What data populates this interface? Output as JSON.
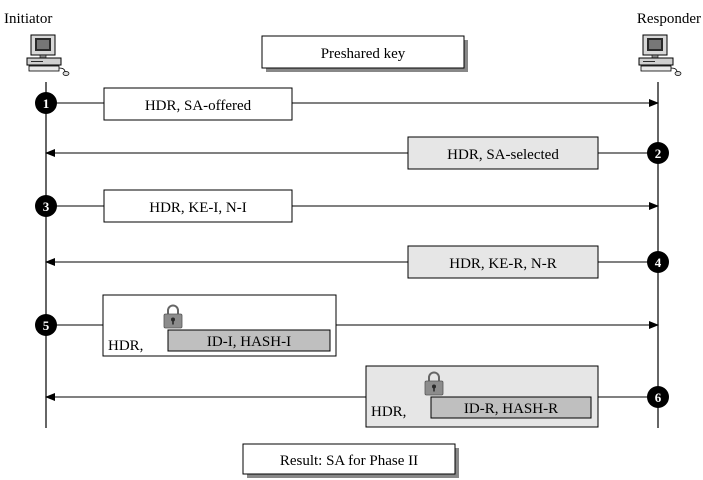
{
  "title_box": "Preshared key",
  "initiator": {
    "label": "Initiator",
    "icon": "computer-icon"
  },
  "responder": {
    "label": "Responder",
    "icon": "computer-icon"
  },
  "messages": [
    {
      "step": "1",
      "direction": "right",
      "text": "HDR, SA-offered",
      "shaded": false
    },
    {
      "step": "2",
      "direction": "left",
      "text": "HDR, SA-selected",
      "shaded": true
    },
    {
      "step": "3",
      "direction": "right",
      "text": "HDR, KE-I, N-I",
      "shaded": false
    },
    {
      "step": "4",
      "direction": "left",
      "text": "HDR, KE-R, N-R",
      "shaded": true
    },
    {
      "step": "5",
      "direction": "right",
      "text_prefix": "HDR,",
      "encrypted_text": "ID-I, HASH-I",
      "shaded": false,
      "lock_icon": "lock-icon"
    },
    {
      "step": "6",
      "direction": "left",
      "text_prefix": "HDR,",
      "encrypted_text": "ID-R, HASH-R",
      "shaded": true,
      "lock_icon": "lock-icon"
    }
  ],
  "result": "Result: SA for Phase II",
  "colors": {
    "shaded_box": "#e6e6e6",
    "encrypted_box": "#bfbfbf",
    "line": "#000000"
  }
}
